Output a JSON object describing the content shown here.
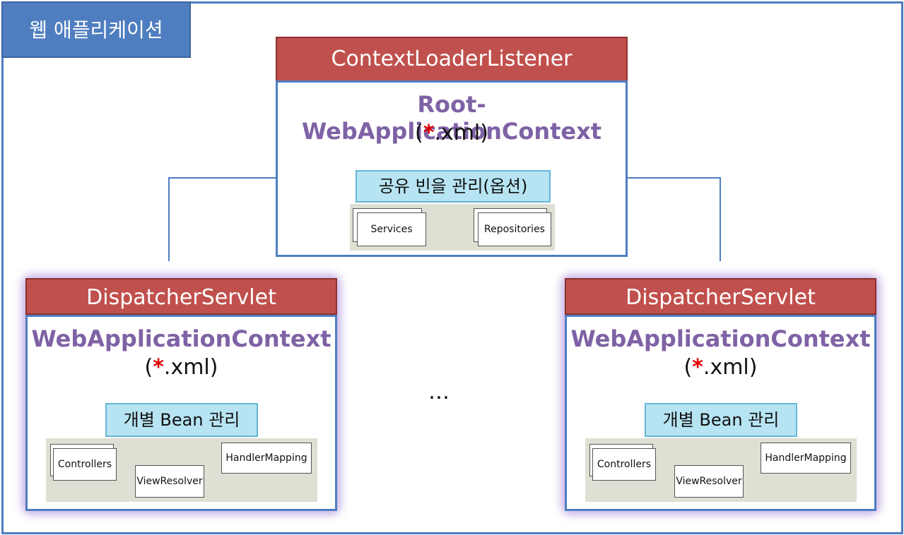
{
  "web_application_label": "웹 애플리케이션",
  "root": {
    "listener": "ContextLoaderListener",
    "context_name": "Root-WebApplicationContext",
    "xml_open": "(",
    "xml_star": "*",
    "xml_rest": ".xml)",
    "management": "공유 빈을 관리(옵션)",
    "components": [
      "Services",
      "Repositories"
    ]
  },
  "dispatchers": [
    {
      "servlet": "DispatcherServlet",
      "context_name": "WebApplicationContext",
      "xml_open": "(",
      "xml_star": "*",
      "xml_rest": ".xml)",
      "management": "개별 Bean 관리",
      "components": [
        "Controllers",
        "ViewResolver",
        "HandlerMapping"
      ]
    },
    {
      "servlet": "DispatcherServlet",
      "context_name": "WebApplicationContext",
      "xml_open": "(",
      "xml_star": "*",
      "xml_rest": ".xml)",
      "management": "개별 Bean 관리",
      "components": [
        "Controllers",
        "ViewResolver",
        "HandlerMapping"
      ]
    }
  ],
  "ellipsis": "…",
  "colors": {
    "frame_blue": "#4f7ec0",
    "header_red": "#c0504d",
    "context_purple": "#7f62a5",
    "label_cyan": "#b7e4f2",
    "tray_gray": "#dde0d2",
    "star_red": "#e00000"
  }
}
